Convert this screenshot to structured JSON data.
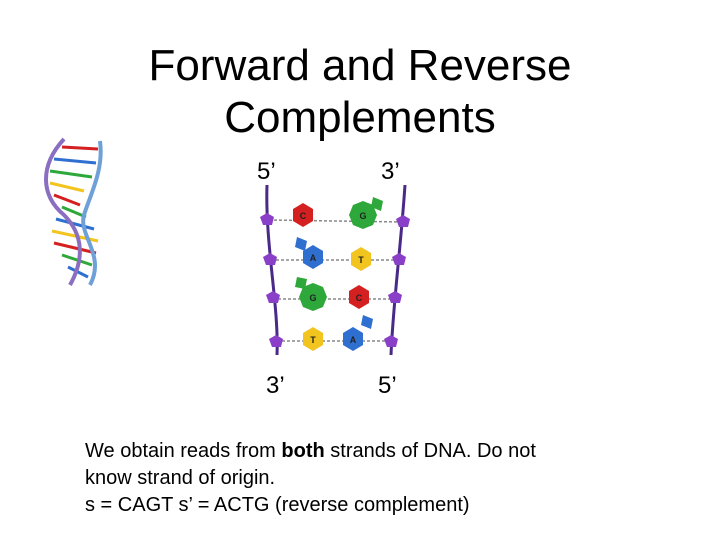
{
  "slide": {
    "title_line1": "Forward and Reverse",
    "title_line2": "Complements",
    "top_left_label": "5’",
    "top_right_label": "3’",
    "bottom_left_label": "3’",
    "bottom_right_label": "5’",
    "left_strand_bases": [
      "C",
      "A",
      "G",
      "T"
    ],
    "right_strand_bases": [
      "G",
      "T",
      "C",
      "A"
    ],
    "base_colors": {
      "C": "#d42020",
      "G": "#2ea83a",
      "A": "#2f6fd0",
      "T": "#f2c420",
      "backbone": "#4a2a88",
      "phosphate": "#8a3fc8"
    },
    "body_line1_pre": "We obtain reads from ",
    "body_line1_bold": "both",
    "body_line1_post": " strands of DNA.  Do not",
    "body_line2": "know strand of origin.",
    "body_line3": "s = CAGT  s’ = ACTG  (reverse complement)"
  }
}
